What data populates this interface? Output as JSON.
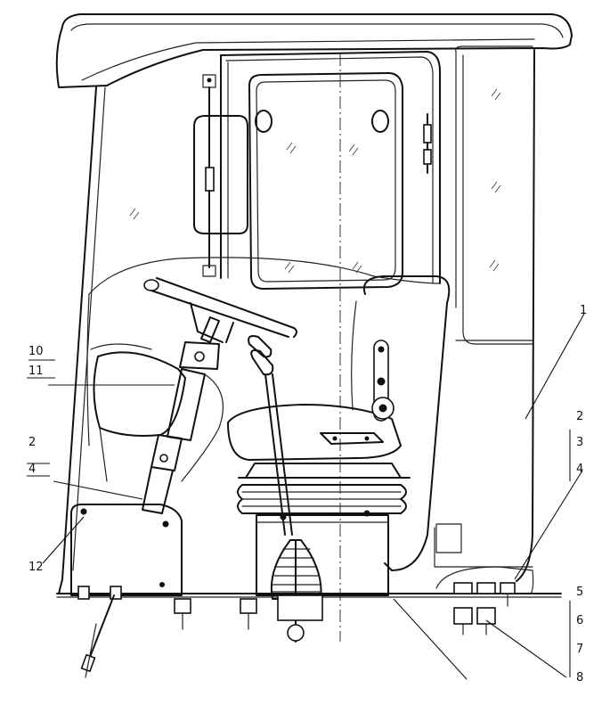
{
  "figure": {
    "callouts": [
      {
        "id": "c1",
        "text": "1"
      },
      {
        "id": "c2",
        "text": "2"
      },
      {
        "id": "c3",
        "text": "3"
      },
      {
        "id": "c4r",
        "text": "4"
      },
      {
        "id": "c5",
        "text": "5"
      },
      {
        "id": "c6",
        "text": "6"
      },
      {
        "id": "c7",
        "text": "7"
      },
      {
        "id": "c8",
        "text": "8"
      },
      {
        "id": "c10",
        "text": "10"
      },
      {
        "id": "c11",
        "text": "11"
      },
      {
        "id": "c2l",
        "text": "2"
      },
      {
        "id": "c4l",
        "text": "4"
      },
      {
        "id": "c12",
        "text": "12"
      }
    ]
  }
}
